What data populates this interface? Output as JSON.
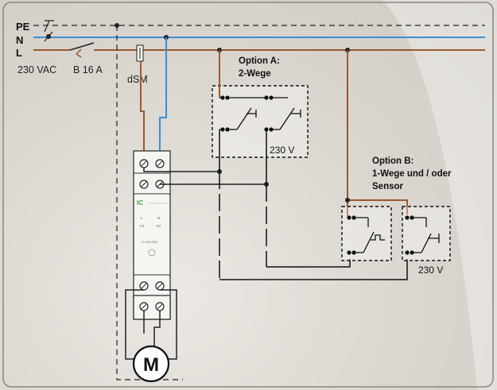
{
  "rails": {
    "pe": "PE",
    "n": "N",
    "l": "L"
  },
  "supply": {
    "voltage": "230 VAC",
    "breaker": "B 16 A"
  },
  "device": {
    "dsm": "dSM",
    "brand": "IC",
    "model": "IC GW-300",
    "term_l": "L",
    "term_n": "N",
    "term_f1": "F1",
    "term_f2": "F2"
  },
  "option_a": {
    "title": "Option A:",
    "subtitle": "2-Wege",
    "voltage": "230 V"
  },
  "option_b": {
    "title": "Option B:",
    "line1": "1-Wege und / oder",
    "line2": "Sensor",
    "voltage": "230 V"
  },
  "motor": {
    "label": "M"
  },
  "colors": {
    "neutral": "#3a8fd6",
    "live": "#9a5a2e",
    "wire": "#1a1a1a",
    "frame": "#2a2a2a"
  }
}
